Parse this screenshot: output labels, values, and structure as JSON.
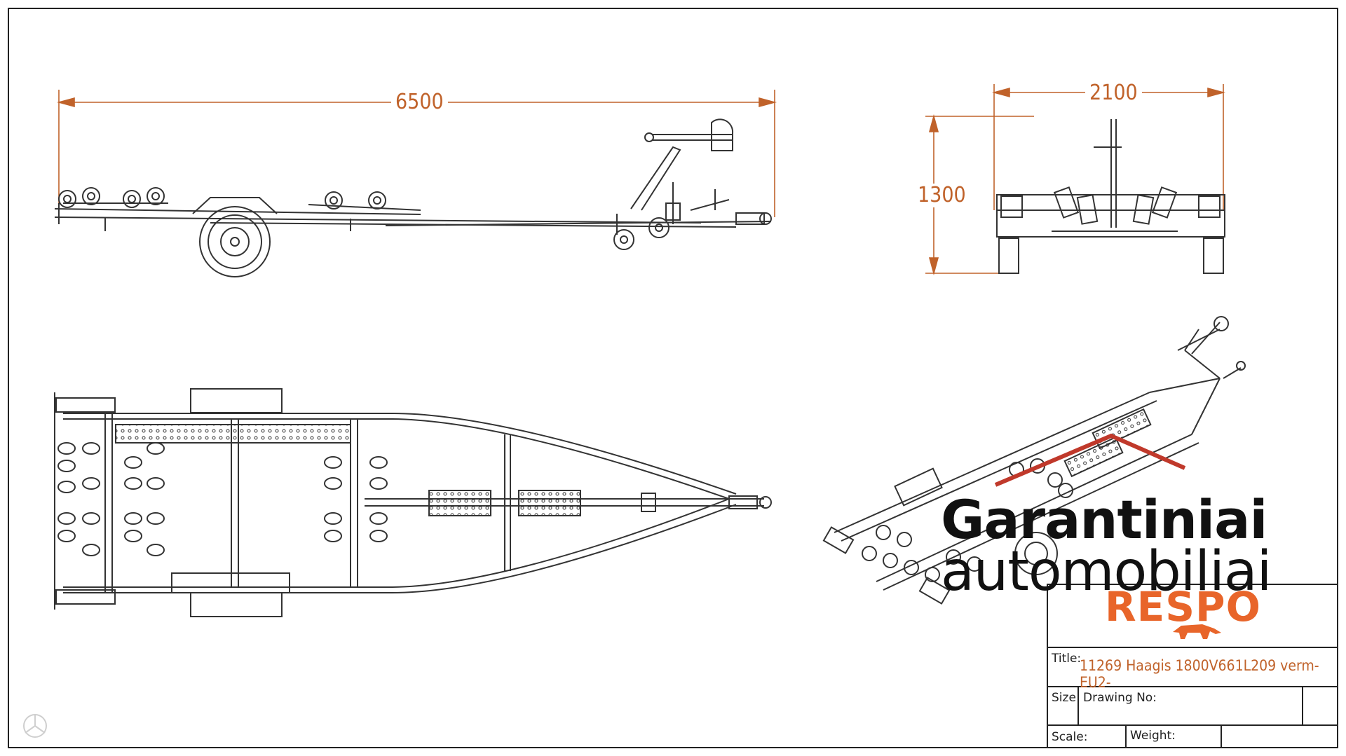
{
  "dimensions": {
    "length": "6500",
    "width": "2100",
    "height": "1300"
  },
  "watermark": {
    "line1": "Garantiniai",
    "line2": "automobiliai"
  },
  "title_block": {
    "brand": "RESPO",
    "title_label": "Title:",
    "title_value": "11269 Haagis 1800V661L209 verm-EU2-",
    "size_label": "Size",
    "drawing_no_label": "Drawing No:",
    "scale_label": "Scale:",
    "weight_label": "Weight:"
  },
  "colors": {
    "dimension": "#c0622a",
    "brand": "#e8652a",
    "roof": "#c0392b",
    "line": "#333333"
  }
}
